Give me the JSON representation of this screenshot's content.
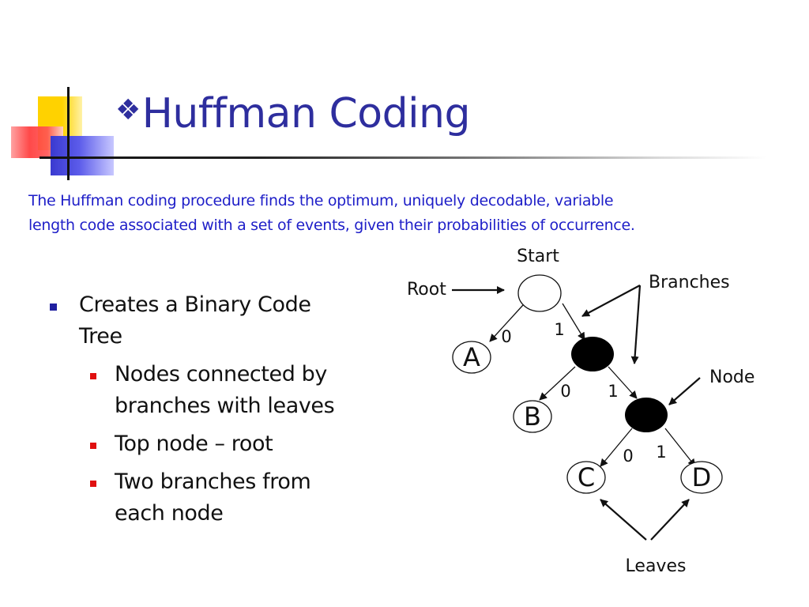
{
  "title": {
    "icon": "diamond-fleuron-icon",
    "text": "Huffman Coding"
  },
  "intro": {
    "line1": "The Huffman coding procedure finds the optimum, uniquely decodable, variable",
    "line2": "length code associated with a set of events, given their probabilities of occurrence."
  },
  "bullets": {
    "main": {
      "line1": "Creates a Binary Code",
      "line2": "Tree"
    },
    "sub": [
      {
        "line1": "Nodes connected by",
        "line2": "branches with leaves"
      },
      {
        "line1": "Top node – root",
        "line2": ""
      },
      {
        "line1": "Two branches from",
        "line2": "each node"
      }
    ]
  },
  "diagram": {
    "labels": {
      "start": "Start",
      "root": "Root",
      "branches": "Branches",
      "node": "Node",
      "leaves": "Leaves"
    },
    "leaves": [
      "A",
      "B",
      "C",
      "D"
    ],
    "bits": {
      "root_left": "0",
      "root_right": "1",
      "n1_left": "0",
      "n1_right": "1",
      "n2_left": "0",
      "n2_right": "1"
    }
  },
  "colors": {
    "title": "#2e2e9e",
    "intro": "#1e1ec8",
    "bullet_l1": "#2020a0",
    "bullet_l2": "#e01010"
  }
}
